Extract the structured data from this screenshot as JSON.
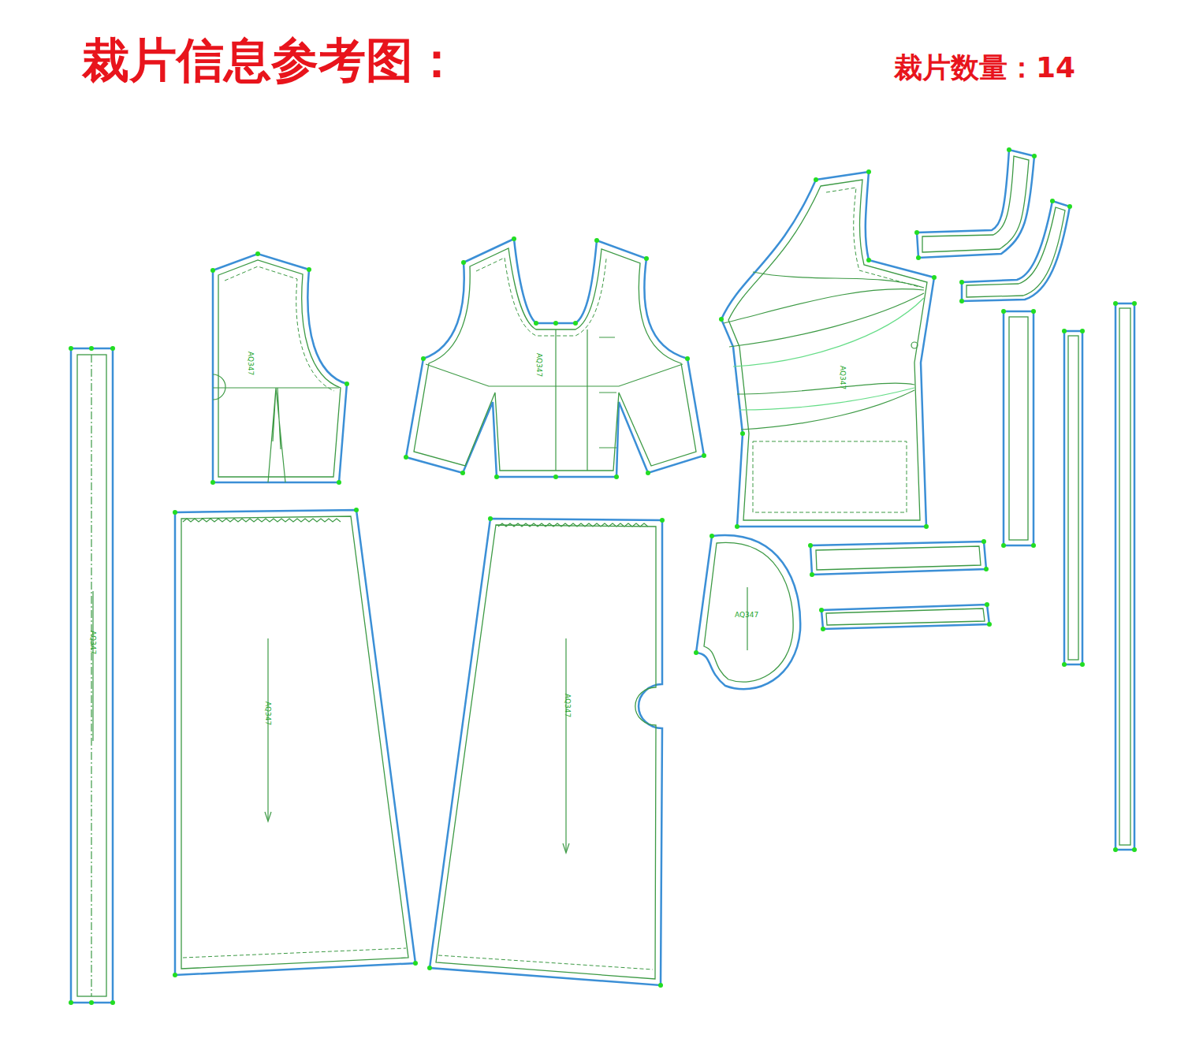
{
  "diagram": {
    "title": "裁片信息参考图：",
    "labels": [
      "裁片数量：14",
      "AQ347",
      "AQ347",
      "AQ347",
      "AQ347",
      "AQ347",
      "AQ347",
      "AQ347"
    ]
  }
}
